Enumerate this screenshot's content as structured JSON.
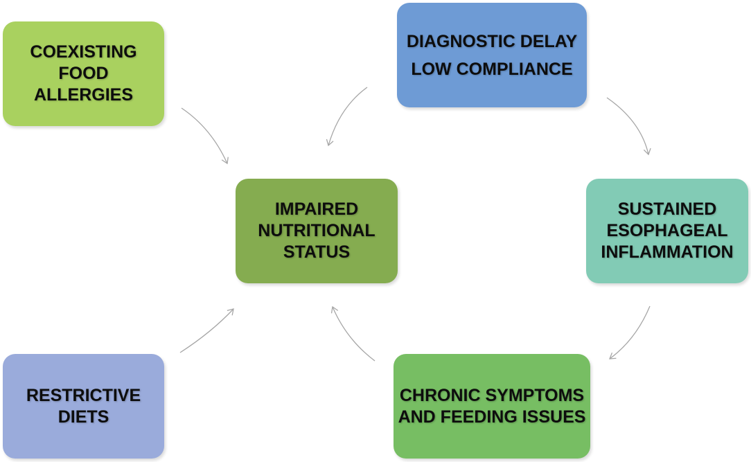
{
  "diagram": {
    "nodes": {
      "coexisting_food_allergies": {
        "lines": [
          "COEXISTING",
          "FOOD",
          "ALLERGIES"
        ],
        "color": "#a9d15f"
      },
      "diagnostic_delay": {
        "lines": [
          "DIAGNOSTIC DELAY",
          "LOW COMPLIANCE"
        ],
        "color": "#6e9bd5"
      },
      "impaired_nutritional_status": {
        "lines": [
          "IMPAIRED",
          "NUTRITIONAL",
          "STATUS"
        ],
        "color": "#85ac50"
      },
      "sustained_inflammation": {
        "lines": [
          "SUSTAINED",
          "ESOPHAGEAL",
          "INFLAMMATION"
        ],
        "color": "#82cbb5"
      },
      "restrictive_diets": {
        "lines": [
          "RESTRICTIVE",
          "DIETS"
        ],
        "color": "#9aabdb"
      },
      "chronic_symptoms": {
        "lines": [
          "CHRONIC SYMPTOMS",
          "AND FEEDING ISSUES"
        ],
        "color": "#77be63"
      }
    },
    "edges": [
      {
        "from": "coexisting_food_allergies",
        "to": "impaired_nutritional_status"
      },
      {
        "from": "diagnostic_delay",
        "to": "impaired_nutritional_status"
      },
      {
        "from": "diagnostic_delay",
        "to": "sustained_inflammation"
      },
      {
        "from": "sustained_inflammation",
        "to": "chronic_symptoms"
      },
      {
        "from": "chronic_symptoms",
        "to": "impaired_nutritional_status"
      },
      {
        "from": "restrictive_diets",
        "to": "impaired_nutritional_status"
      }
    ],
    "arrow_color": "#a6a6a6"
  }
}
